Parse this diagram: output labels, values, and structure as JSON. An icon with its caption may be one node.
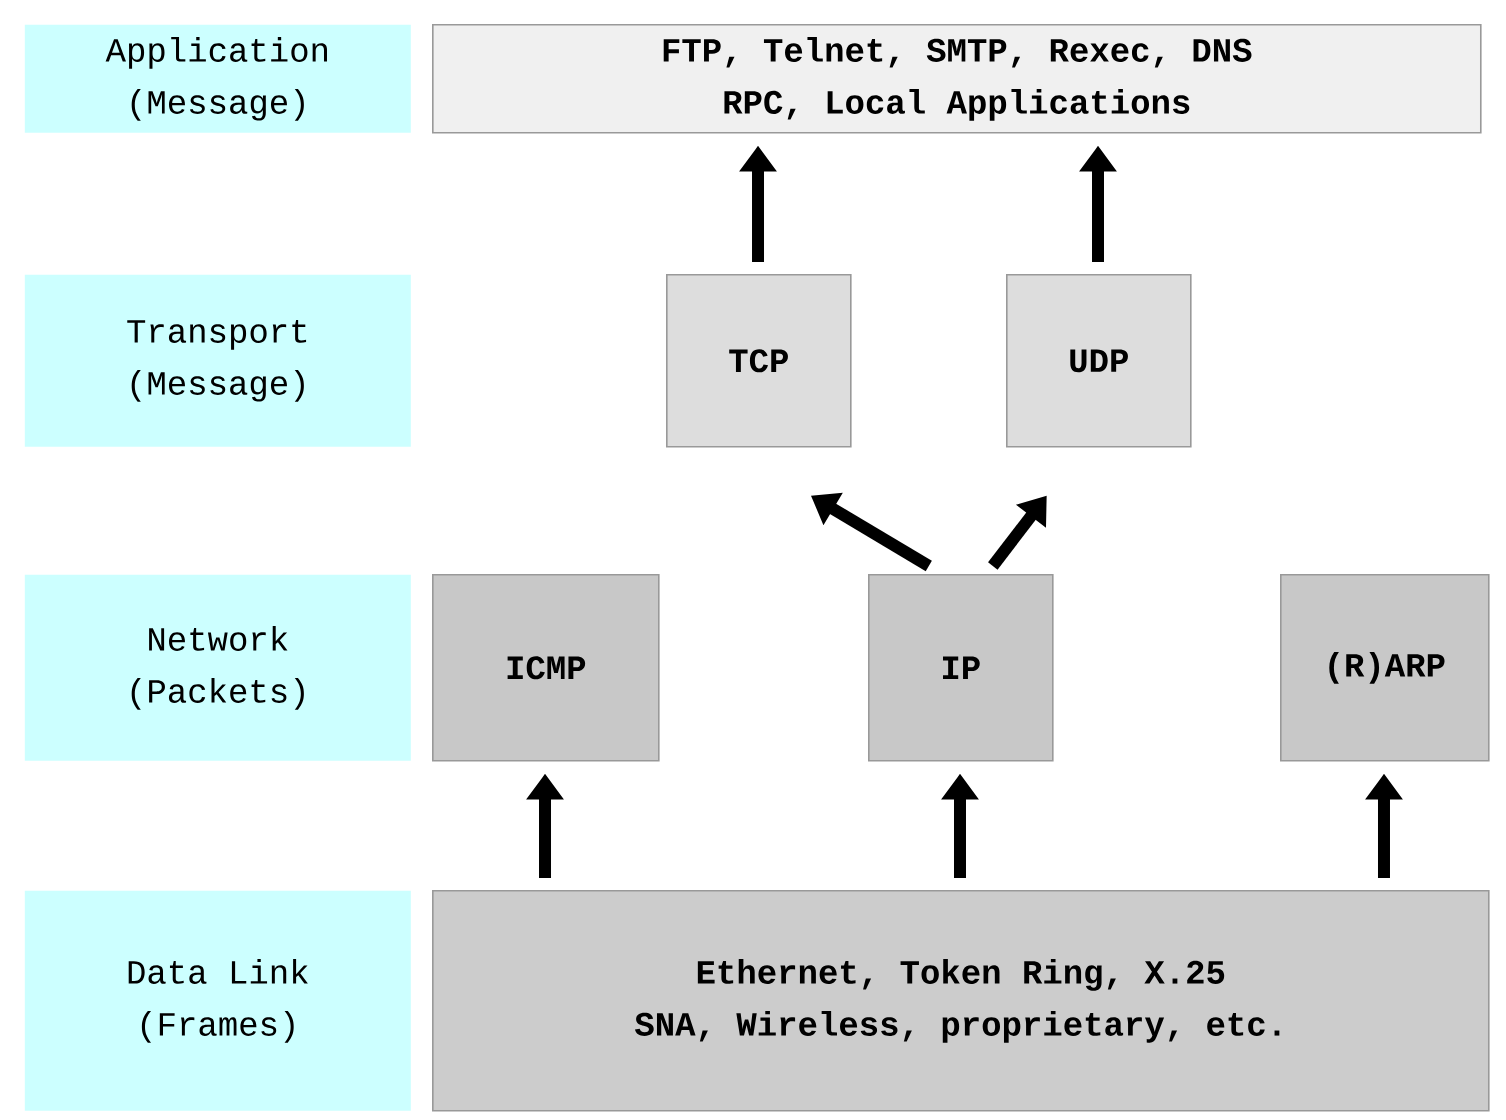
{
  "diagram": {
    "nodes": [
      {
        "text": [
          "Application",
          "(Message)"
        ]
      },
      {
        "text": [
          "FTP, Telnet, SMTP, Rexec, DNS",
          "RPC, Local Applications"
        ]
      },
      {
        "text": [
          "Transport",
          "(Message)"
        ]
      },
      {
        "text": [
          "TCP"
        ]
      },
      {
        "text": [
          "UDP"
        ]
      },
      {
        "text": [
          "Network",
          "(Packets)"
        ]
      },
      {
        "text": [
          "ICMP"
        ]
      },
      {
        "text": [
          "IP"
        ]
      },
      {
        "text": [
          "(R)ARP"
        ]
      },
      {
        "text": [
          "Data Link",
          "(Frames)"
        ]
      },
      {
        "text": [
          "Ethernet, Token Ring, X.25",
          "SNA, Wireless, proprietary, etc."
        ]
      }
    ],
    "edges": [
      {
        "from": 3,
        "to": 1,
        "arrow": "to"
      },
      {
        "from": 4,
        "to": 1,
        "arrow": "to"
      },
      {
        "from": 7,
        "to": 3,
        "arrow": "to"
      },
      {
        "from": 7,
        "to": 4,
        "arrow": "to"
      },
      {
        "from": 10,
        "to": 6,
        "arrow": "to"
      },
      {
        "from": 10,
        "to": 7,
        "arrow": "to"
      },
      {
        "from": 10,
        "to": 8,
        "arrow": "to"
      }
    ]
  }
}
